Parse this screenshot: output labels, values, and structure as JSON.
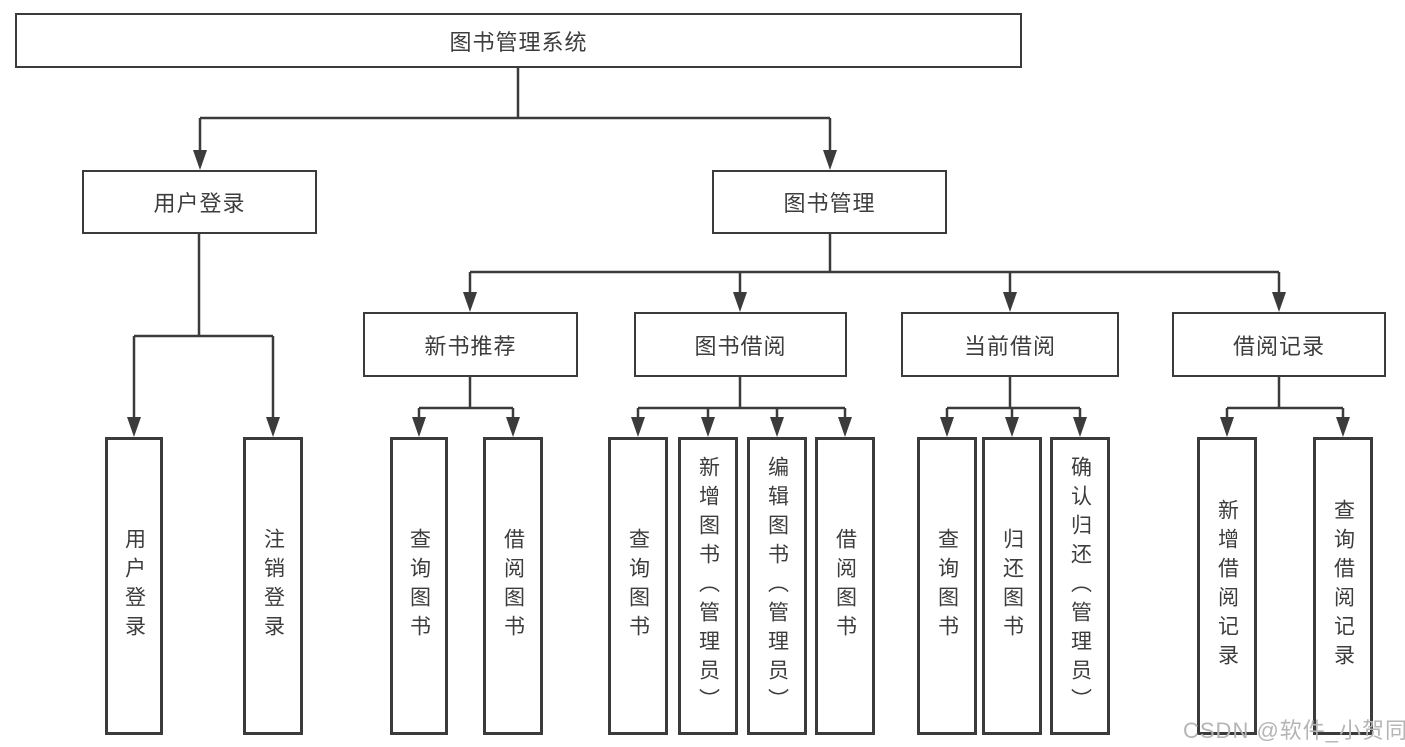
{
  "diagram": {
    "root": {
      "label": "图书管理系统"
    },
    "level2": [
      {
        "label": "用户登录",
        "children": [
          {
            "label": "用户登录"
          },
          {
            "label": "注销登录"
          }
        ]
      },
      {
        "label": "图书管理",
        "children": [
          {
            "label": "新书推荐",
            "children": [
              {
                "label": "查询图书"
              },
              {
                "label": "借阅图书"
              }
            ]
          },
          {
            "label": "图书借阅",
            "children": [
              {
                "label": "查询图书"
              },
              {
                "label": "新增图书（管理员）"
              },
              {
                "label": "编辑图书（管理员）"
              },
              {
                "label": "借阅图书"
              }
            ]
          },
          {
            "label": "当前借阅",
            "children": [
              {
                "label": "查询图书"
              },
              {
                "label": "归还图书"
              },
              {
                "label": "确认归还（管理员）"
              }
            ]
          },
          {
            "label": "借阅记录",
            "children": [
              {
                "label": "新增借阅记录"
              },
              {
                "label": "查询借阅记录"
              }
            ]
          }
        ]
      }
    ]
  },
  "watermark": "CSDN @软件_小贺同学",
  "colors": {
    "line": "#3b3b3b",
    "text": "#3d3d3d",
    "watermark": "#b5b5b5",
    "background": "#ffffff"
  }
}
